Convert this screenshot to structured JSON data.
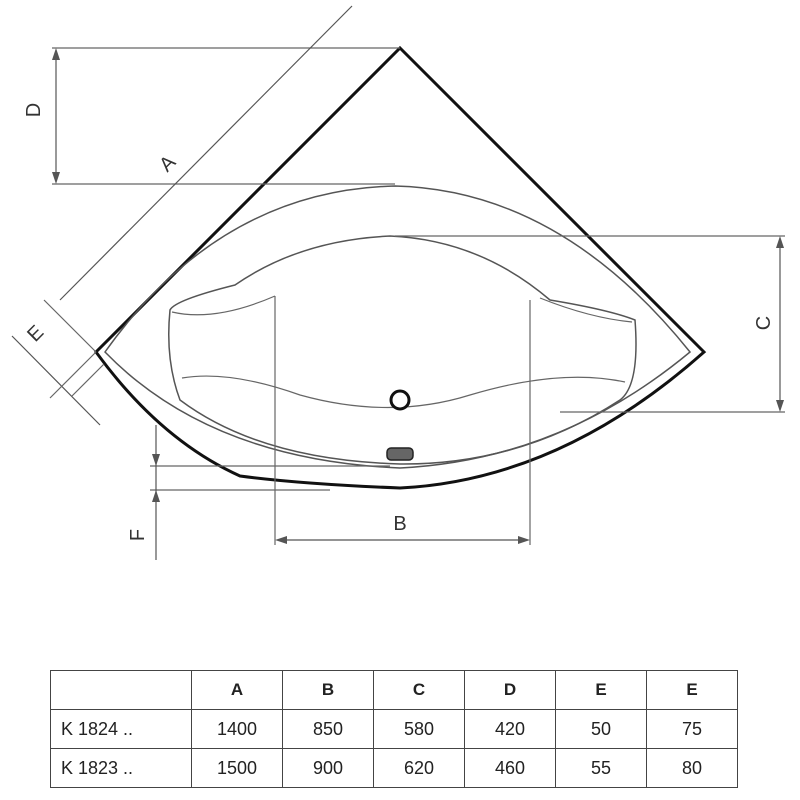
{
  "diagram": {
    "labels": {
      "A": "A",
      "B": "B",
      "C": "C",
      "D": "D",
      "E": "E",
      "F": "F"
    }
  },
  "table": {
    "headers": [
      "",
      "A",
      "B",
      "C",
      "D",
      "E",
      "E"
    ],
    "rows": [
      [
        "K 1824 ..",
        "1400",
        "850",
        "580",
        "420",
        "50",
        "75"
      ],
      [
        "K 1823 ..",
        "1500",
        "900",
        "620",
        "460",
        "55",
        "80"
      ]
    ]
  }
}
